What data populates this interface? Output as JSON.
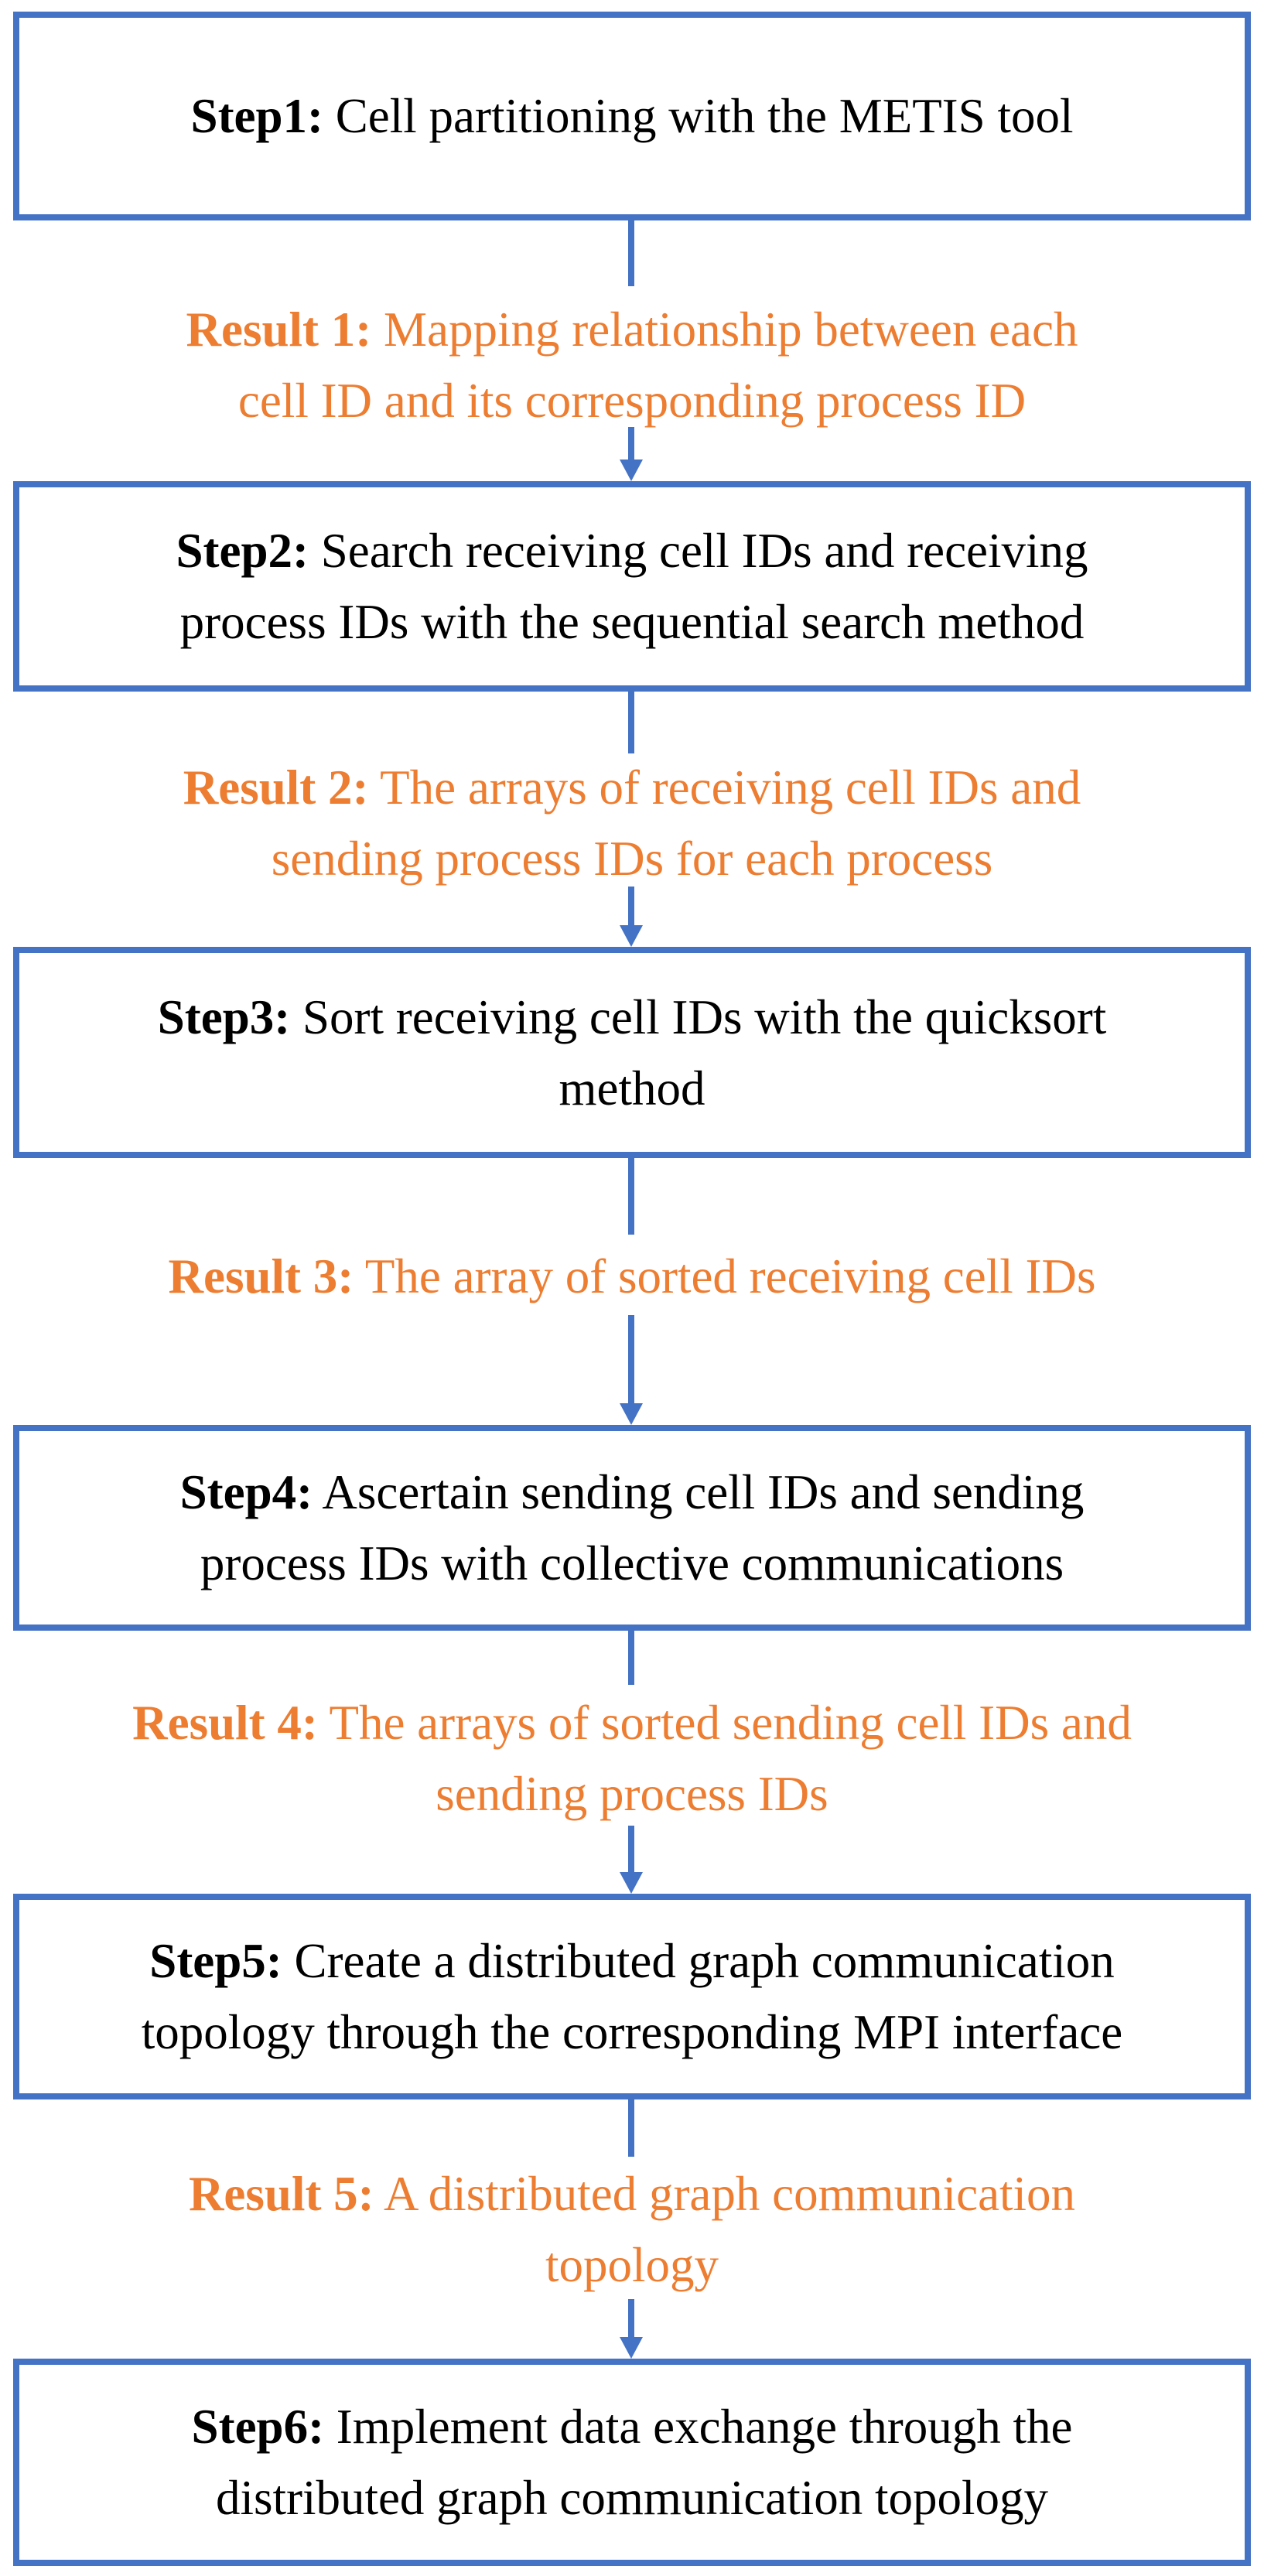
{
  "steps": [
    {
      "prefix": "Step1:",
      "line1": "Cell partitioning with the METIS tool",
      "line2": ""
    },
    {
      "prefix": "Step2:",
      "line1": "Search receiving cell IDs and receiving",
      "line2": "process IDs with the sequential search method"
    },
    {
      "prefix": "Step3:",
      "line1": "Sort receiving cell IDs with the quicksort",
      "line2": "method"
    },
    {
      "prefix": "Step4:",
      "line1": "Ascertain sending cell IDs and sending",
      "line2": "process IDs with collective communications"
    },
    {
      "prefix": "Step5:",
      "line1": "Create a distributed graph communication",
      "line2": "topology through the corresponding MPI interface"
    },
    {
      "prefix": "Step6:",
      "line1": "Implement data exchange through the",
      "line2": "distributed graph communication topology"
    }
  ],
  "results": [
    {
      "prefix": "Result 1:",
      "line1": "Mapping relationship between each",
      "line2": "cell ID and its corresponding process ID"
    },
    {
      "prefix": "Result 2:",
      "line1": "The arrays of receiving cell IDs and",
      "line2": "sending process IDs for each process"
    },
    {
      "prefix": "Result 3:",
      "line1": "The array of sorted receiving cell IDs",
      "line2": ""
    },
    {
      "prefix": "Result 4:",
      "line1": "The arrays of sorted sending cell IDs and",
      "line2": "sending process IDs"
    },
    {
      "prefix": "Result 5:",
      "line1": "A distributed graph communication",
      "line2": "topology"
    }
  ],
  "colors": {
    "box_border": "#4472C4",
    "arrow": "#4472C4",
    "result_text": "#ED7D31",
    "step_text": "#000000",
    "background": "#FFFFFF"
  }
}
